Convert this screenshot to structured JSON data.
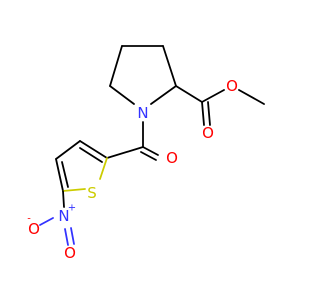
{
  "molecule": {
    "atoms": {
      "n_ring": {
        "symbol": "N",
        "color": "#3333ff"
      },
      "o_carbonyl": {
        "symbol": "O",
        "color": "#ff0000"
      },
      "s_thiophene": {
        "symbol": "S",
        "color": "#cccc00"
      },
      "n_nitro": {
        "symbol": "N",
        "charge": "+",
        "color": "#3333ff"
      },
      "o_nitro_minus": {
        "symbol": "O",
        "charge": "-",
        "color": "#ff0000"
      },
      "o_nitro_double": {
        "symbol": "O",
        "color": "#ff0000"
      },
      "o_ester_double": {
        "symbol": "O",
        "color": "#ff0000"
      },
      "o_ester_single": {
        "symbol": "O",
        "color": "#ff0000"
      }
    }
  }
}
